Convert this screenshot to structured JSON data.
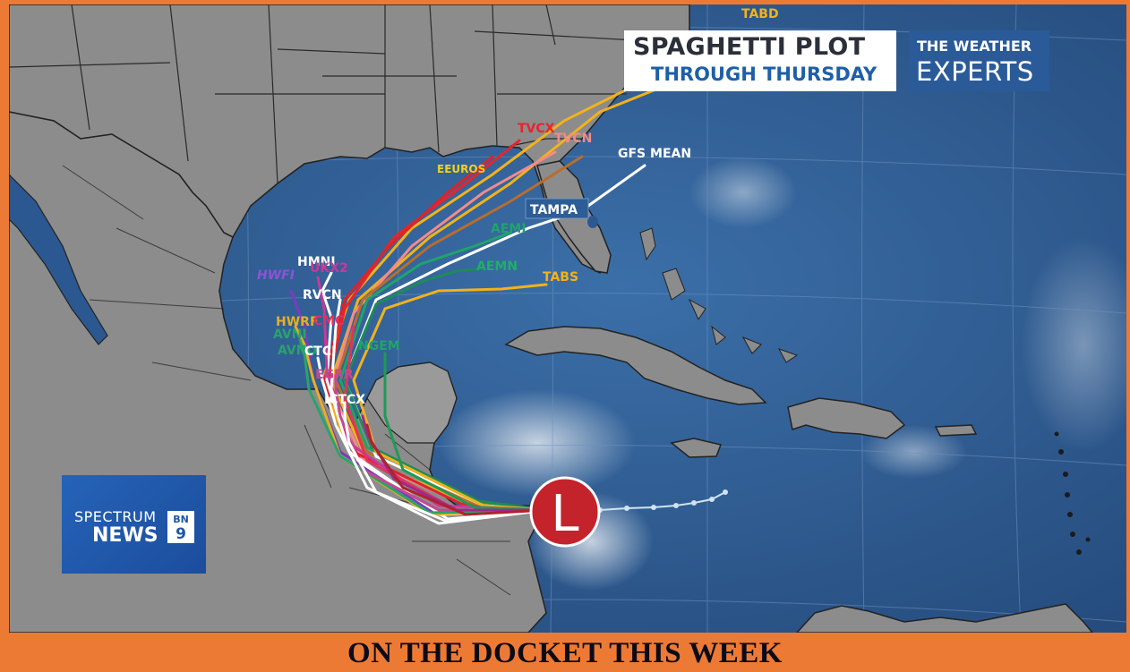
{
  "title": {
    "line1": "SPAGHETTI PLOT",
    "line2": "THROUGH THURSDAY"
  },
  "brand": {
    "line1": "THE WEATHER",
    "line2": "EXPERTS"
  },
  "network": {
    "line1": "SPECTRUM",
    "line2": "NEWS",
    "badge_top": "BN",
    "badge_bottom": "9"
  },
  "footer": {
    "text": "ON THE DOCKET THIS WEEK"
  },
  "storm": {
    "symbol": "L",
    "color": "#c4232b"
  },
  "map_labels": {
    "tabd": "TABD",
    "tvcx": "TVCX",
    "tvcn": "TVCN",
    "gfs_mean": "GFS MEAN",
    "eeuro": "EEUROS",
    "tampa": "TAMPA",
    "aemi": "AEMI",
    "aemn": "AEMN",
    "tabs": "TABS",
    "hmni": "HMNI",
    "hwfi": "HWFI",
    "uka2": "UKX2",
    "rvcn": "RVCN",
    "hwrf": "HWRF",
    "avni": "AVNI",
    "avno": "AVNO",
    "ctci": "CTCI",
    "cmc": "CMC",
    "ngem": "NGEM",
    "egrr": "EGRR",
    "ictcx": "ICTCX"
  },
  "colors": {
    "frame": "#ec7a35",
    "ocean": "#2f5d94",
    "land": "#8c8c8c",
    "title_blue": "#1e5fa8",
    "brand_blue": "#2a5b98"
  }
}
